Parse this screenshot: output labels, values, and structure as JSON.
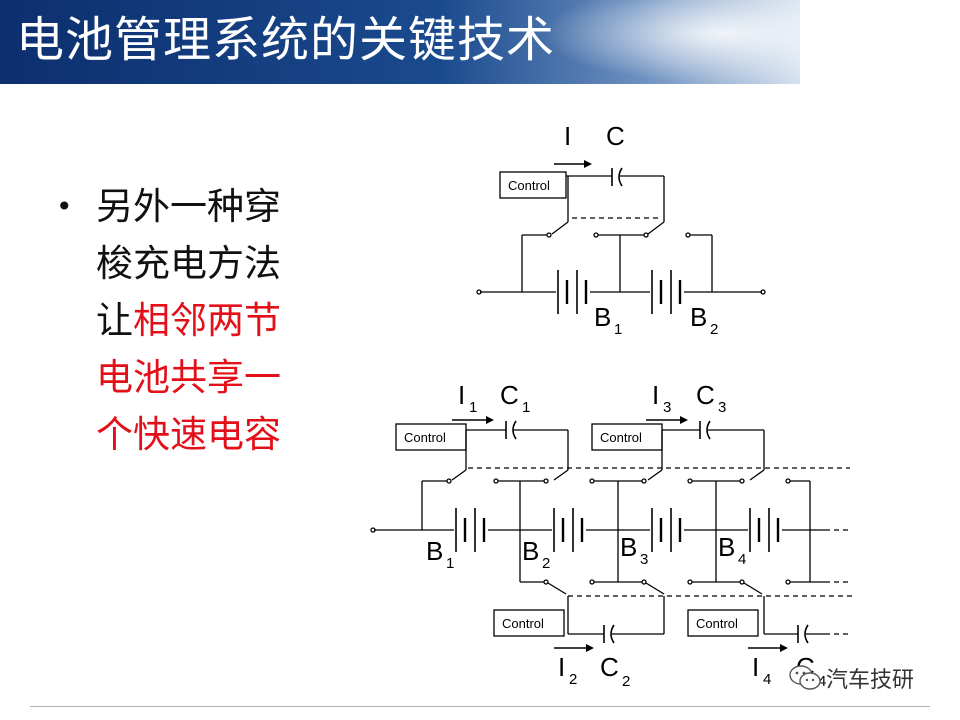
{
  "title": "电池管理系统的关键技术",
  "bullet": {
    "line1": "另外一种穿",
    "line2": "梭充电方法",
    "line3_plain": "让",
    "line3_red": "相邻两节",
    "line4": "电池共享一",
    "line5": "个快速电容"
  },
  "diagram_top": {
    "current_label": "I",
    "cap_label": "C",
    "control_label": "Control",
    "b1": "B",
    "b1_sub": "1",
    "b2": "B",
    "b2_sub": "2"
  },
  "diagram_bottom": {
    "control_label": "Control",
    "i1": "I",
    "i1_sub": "1",
    "c1": "C",
    "c1_sub": "1",
    "i3": "I",
    "i3_sub": "3",
    "c3": "C",
    "c3_sub": "3",
    "i2": "I",
    "i2_sub": "2",
    "c2": "C",
    "c2_sub": "2",
    "i4": "I",
    "i4_sub": "4",
    "c4": "C",
    "c4_sub": "4",
    "b1": "B",
    "b1_sub": "1",
    "b2": "B",
    "b2_sub": "2",
    "b3": "B",
    "b3_sub": "3",
    "b4": "B",
    "b4_sub": "4"
  },
  "watermark": "汽车技研"
}
